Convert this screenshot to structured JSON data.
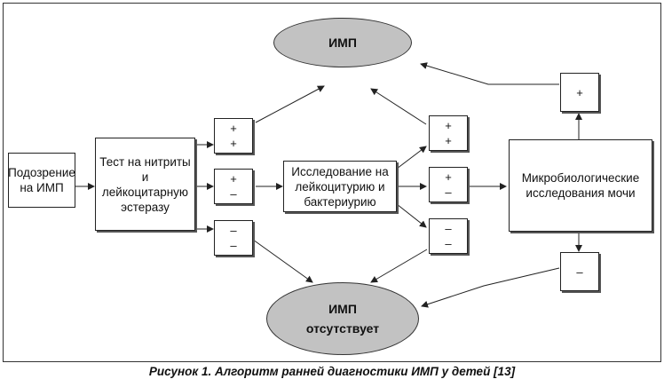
{
  "caption": "Рисунок 1. Алгоритм ранней диагностики ИМП у детей [13]",
  "nodes": {
    "suspicion": "Подозрение\nна ИМП",
    "test": "Тест на нитриты\nи\nлейкоцитарную\nэстеразу",
    "study": "Исследование на\nлейкоцитурию и\nбактериурию",
    "micro": "Микробиологические\nисследования мочи",
    "imp": "ИМП",
    "no_imp": "ИМП\nотсутствует"
  },
  "signs": {
    "test_pp": [
      "+",
      "+"
    ],
    "test_pm": [
      "+",
      "–"
    ],
    "test_mm": [
      "–",
      "–"
    ],
    "study_pp": [
      "+",
      "+"
    ],
    "study_pm": [
      "+",
      "–"
    ],
    "study_mm": [
      "–",
      "–"
    ],
    "micro_p": [
      "+"
    ],
    "micro_m": [
      "–"
    ]
  }
}
